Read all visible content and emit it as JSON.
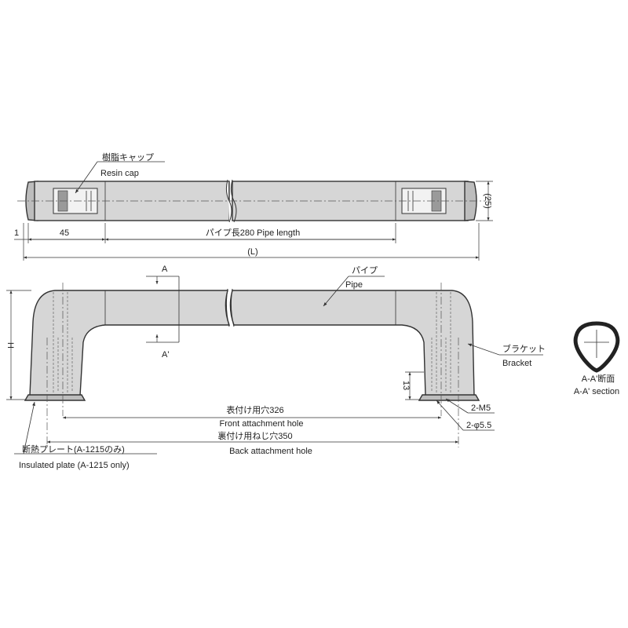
{
  "labels": {
    "resin_cap_jp": "樹脂キャップ",
    "resin_cap_en": "Resin cap",
    "dim_1": "1",
    "dim_45": "45",
    "pipe_length": "パイプ長280 Pipe length",
    "dim_L": "(L)",
    "dim_25": "(25)",
    "section_a": "A",
    "section_a_prime": "A'",
    "pipe_jp": "パイプ",
    "pipe_en": "Pipe",
    "bracket_jp": "ブラケット",
    "bracket_en": "Bracket",
    "dim_H": "H",
    "dim_13": "13",
    "dim_2m5": "2-M5",
    "dim_2d55": "2-φ5.5",
    "front_hole_jp": "表付け用穴326",
    "front_hole_en": "Front attachment hole",
    "back_hole_jp": "裏付け用ねじ穴350",
    "back_hole_en": "Back attachment hole",
    "insulated_jp": "断熱プレート(A-1215のみ)",
    "insulated_en": "Insulated plate (A-1215 only)",
    "section_title_jp": "A-A'断面",
    "section_title_en": "A-A' section"
  }
}
